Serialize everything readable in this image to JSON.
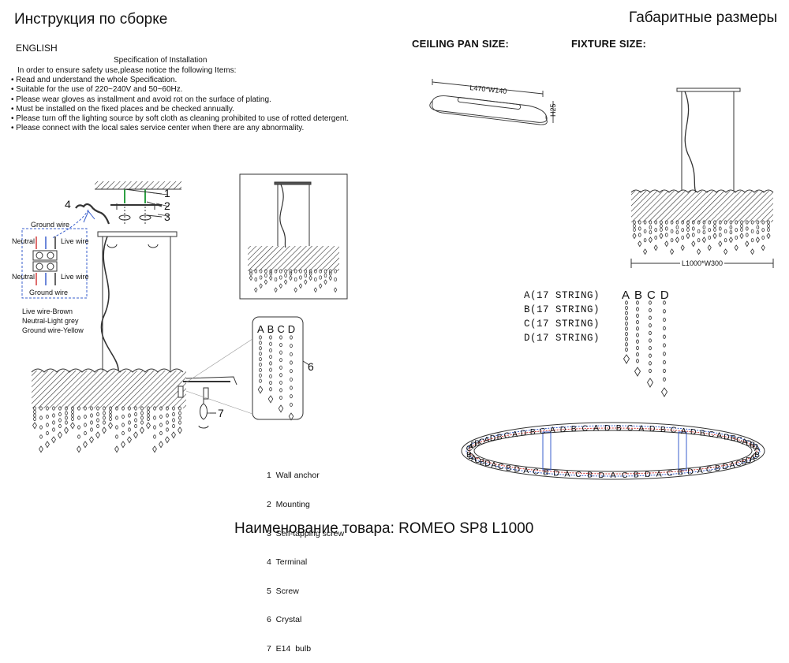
{
  "header": {
    "title_left": "Инструкция по сборке",
    "title_right": "Габаритные размеры"
  },
  "spec": {
    "language": "ENGLISH",
    "title": "Specification of Installation",
    "intro": "In order to ensure safety use,please notice the following Items:",
    "items": [
      "• Read and understand the whole Specification.",
      "• Suitable for the use of 220~240V and 50~60Hz.",
      "• Please wear gloves as installment and avoid rot on the surface of plating.",
      "• Must be installed on the fixed places and be checked annually.",
      "• Please turn off the lighting source by soft cloth as cleaning prohibited to use of rotted detergent.",
      "• Please connect with the local sales service center when there are any abnormality."
    ]
  },
  "dimensions": {
    "ceiling_pan_label": "CEILING PAN SIZE:",
    "fixture_label": "FIXTURE SIZE:",
    "pan_size": "L470*W140",
    "pan_height": "H25",
    "fixture_size": "L1000*W300"
  },
  "wiring": {
    "ground_top": "Ground wire",
    "ground_bottom": "Ground wire",
    "neutral_top": "Neutral",
    "neutral_bottom": "Neutral",
    "live_top": "Live wire",
    "live_bottom": "Live wire",
    "colors": [
      "Live wire-Brown",
      "Neutral-Light grey",
      "Ground wire-Yellow"
    ]
  },
  "callouts": [
    "1",
    "2",
    "3",
    "4",
    "6",
    "7"
  ],
  "crystal_letters": [
    "A",
    "B",
    "C",
    "D"
  ],
  "parts": [
    "1  Wall anchor",
    "2  Mounting",
    "3  Self-tapping screw",
    "4  Terminal",
    "5  Screw",
    "6  Crystal",
    "7  E14  bulb"
  ],
  "strings": [
    "A(17 STRING)",
    "B(17 STRING)",
    "C(17 STRING)",
    "D(17 STRING)"
  ],
  "ring": {
    "top_sequence": "CADBCADBCADBCADBCADBCADBCADBCADBCADBCA",
    "bottom_sequence": "BDACBDACBDACBDACBDACBDACBDACBDACBDACB"
  },
  "product": {
    "name": "Наименование товара: ROMEO SP8 L1000"
  },
  "colors": {
    "ink": "#111111",
    "wire_blue": "#3a5fcd",
    "wire_red": "#d23a3a",
    "arrow_green": "#2ea043"
  }
}
